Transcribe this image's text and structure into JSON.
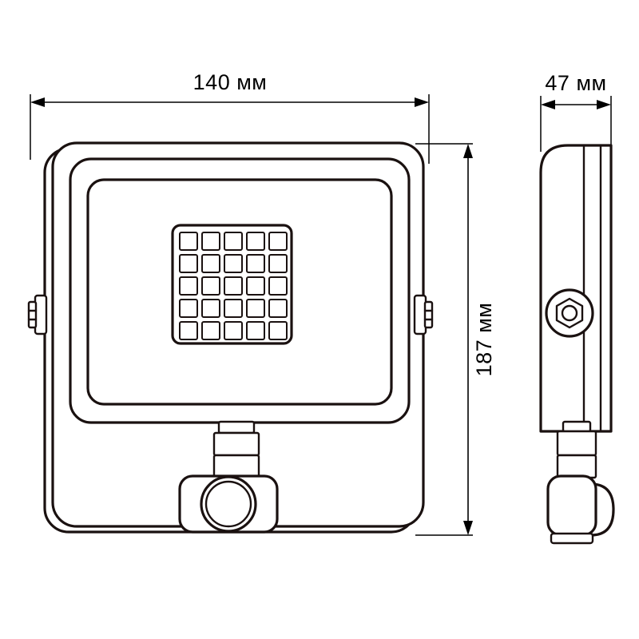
{
  "drawing": {
    "title": "LED floodlight dimensional drawing",
    "background_color": "#ffffff",
    "line_color": "#1a1110",
    "dimension_color": "#000000",
    "unit": "мм"
  },
  "dimensions": {
    "width": {
      "value": "140",
      "unit": "мм",
      "label": "140 мм",
      "orientation": "horizontal",
      "applies_to": "front-view"
    },
    "height": {
      "value": "187",
      "unit": "мм",
      "label": "187 мм",
      "orientation": "vertical",
      "applies_to": "front-view"
    },
    "depth": {
      "value": "47",
      "unit": "мм",
      "label": "47 мм",
      "orientation": "horizontal",
      "applies_to": "side-view"
    }
  },
  "front_view": {
    "name": "front-view",
    "led_panel": {
      "rows": 5,
      "columns": 5,
      "total_leds": 25
    },
    "housing_layers": 3,
    "brackets": [
      {
        "side": "left"
      },
      {
        "side": "right"
      }
    ],
    "sensor": {
      "name": "motion-sensor",
      "stem_segments": 3,
      "lens_rings": 2
    }
  },
  "side_view": {
    "name": "side-view",
    "bolt": {
      "name": "hex-bolt",
      "shape": "hexagon-in-circle"
    },
    "sensor": {
      "name": "motion-sensor",
      "stem_segments": 3
    }
  }
}
